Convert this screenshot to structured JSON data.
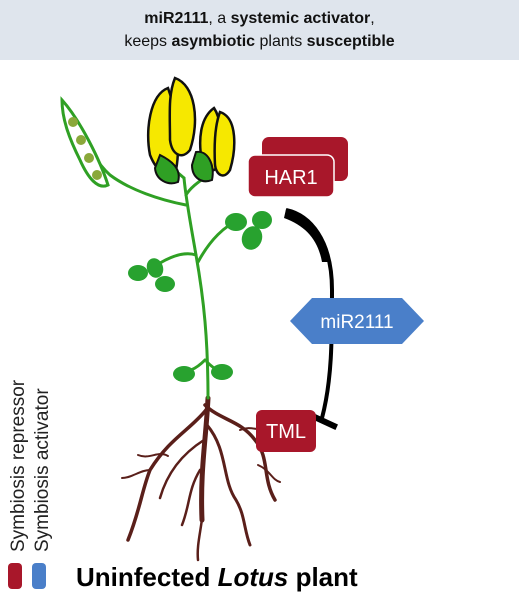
{
  "title": {
    "line1": {
      "bold": "miR2111",
      "plain1": ", a ",
      "bold2": "systemic activator",
      "plain2": ","
    },
    "line2": {
      "plain1": "keeps ",
      "bold1": "asymbiotic",
      "plain2": " plants ",
      "bold2": "susceptible"
    }
  },
  "nodes": {
    "har1": "HAR1",
    "mir2111": "miR2111",
    "tml": "TML"
  },
  "legend": {
    "repressor": "Symbiosis repressor",
    "activator": "Symbiosis activator",
    "repressor_color": "#a8172a",
    "activator_color": "#4a7fc9"
  },
  "footer": {
    "prefix": "Uninfected ",
    "italic": "Lotus",
    "suffix": " plant"
  },
  "icons": [
    "plant-illustration",
    "flower-icon",
    "pea-pod-icon",
    "leaf-icon",
    "root-icon"
  ]
}
